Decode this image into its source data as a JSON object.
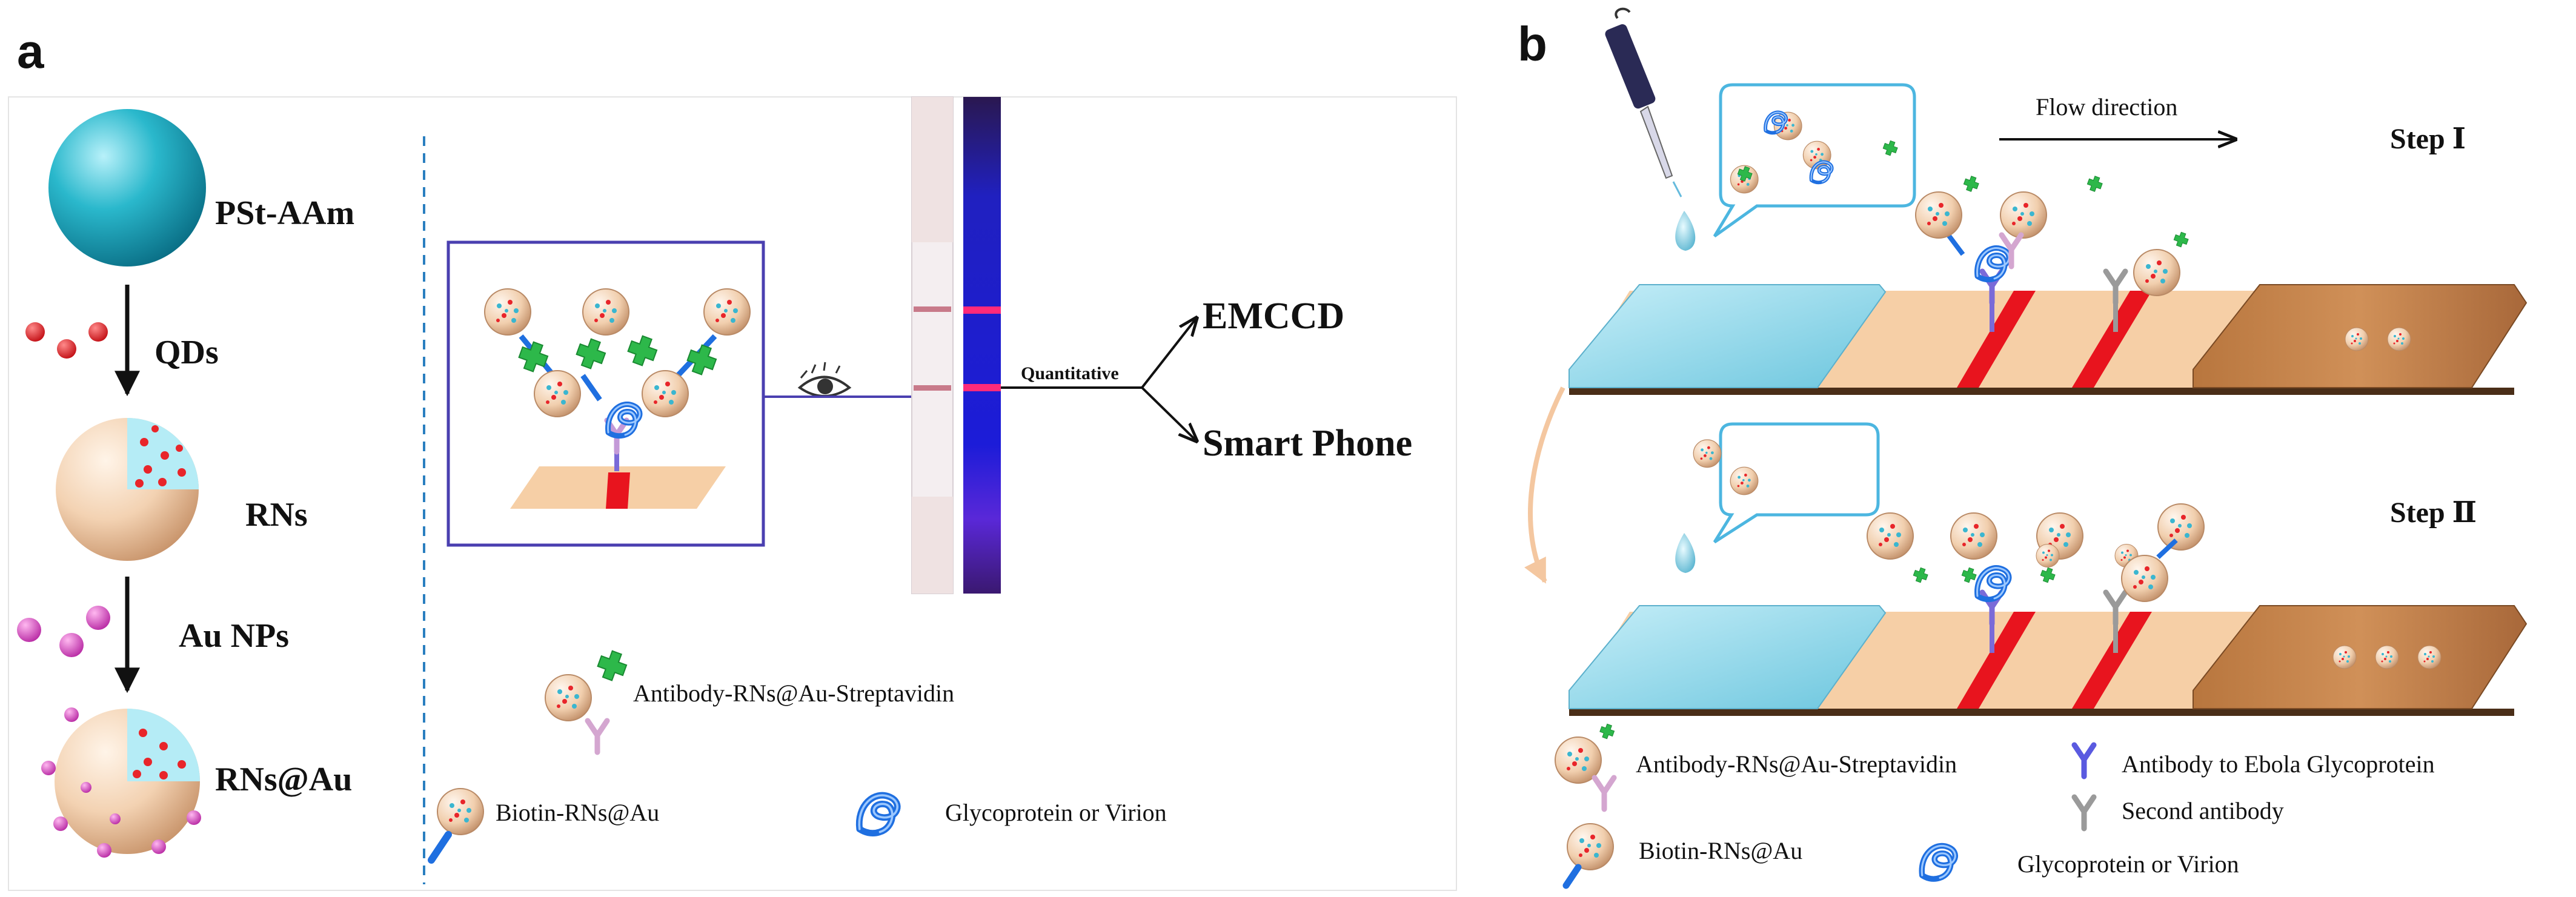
{
  "panel_a": {
    "panel_letter": "a",
    "pst_label": "PSt-AAm",
    "qds_label": "QDs",
    "rns_label": "RNs",
    "au_nps_label": "Au NPs",
    "rns_au_label": "RNs@Au",
    "quantitative_label": "Quantitative",
    "emccd_label": "EMCCD",
    "smartphone_label": "Smart Phone",
    "legend": {
      "antibody": "Antibody-RNs@Au-Streptavidin",
      "biotin": "Biotin-RNs@Au",
      "glyco": "Glycoprotein  or Virion"
    }
  },
  "panel_b": {
    "panel_letter": "b",
    "flow_label": "Flow direction",
    "step1_label": "Step Ⅰ",
    "step2_label": "Step Ⅱ",
    "legend": {
      "antibody": "Antibody-RNs@Au-Streptavidin",
      "biotin": "Biotin-RNs@Au",
      "ab_ebola": "Antibody to Ebola Glycoprotein",
      "second_ab": "Second antibody",
      "glyco": "Glycoprotein  or Virion"
    }
  },
  "colors": {
    "pst_bead": "#2ab8cc",
    "qd": "#e8252a",
    "au_np": "#e054c8",
    "particle_shell": "#f3d2b2",
    "test_line": "#e8141e",
    "streptavidin": "#2db84a",
    "antibody": "#7a6ad8",
    "second_antibody": "#9a9a9a",
    "glycoprotein": "#1f6fe0",
    "sample_pad": "#8fd8ea",
    "membrane": "#f6cfa6",
    "absorbent_pad": "#c0804a",
    "frame_line": "#4a3fb0",
    "dashed_divider": "#2a7fc0"
  }
}
